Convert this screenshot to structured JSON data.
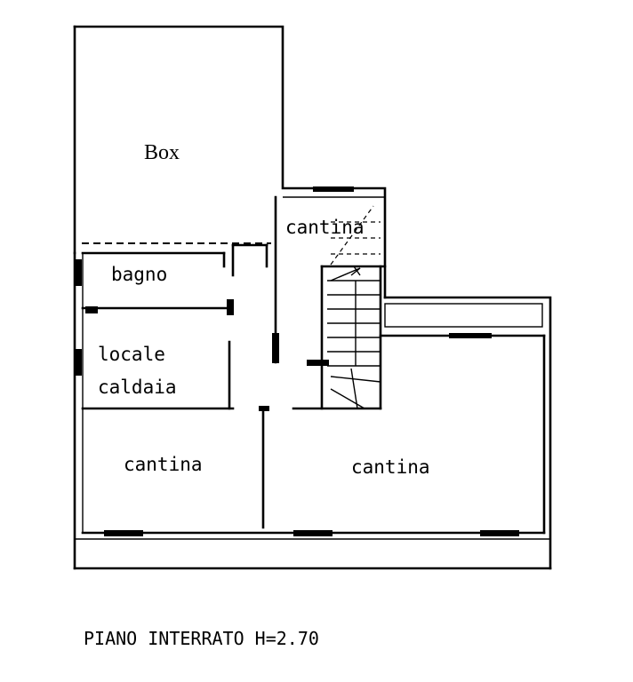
{
  "rooms": {
    "box": "Box",
    "cantina_stair": "cantina",
    "bagno": "bagno",
    "locale_caldaia_line1": "locale",
    "locale_caldaia_line2": "caldaia",
    "cantina_left": "cantina",
    "cantina_right": "cantina"
  },
  "caption": "PIANO INTERRATO H=2.70"
}
